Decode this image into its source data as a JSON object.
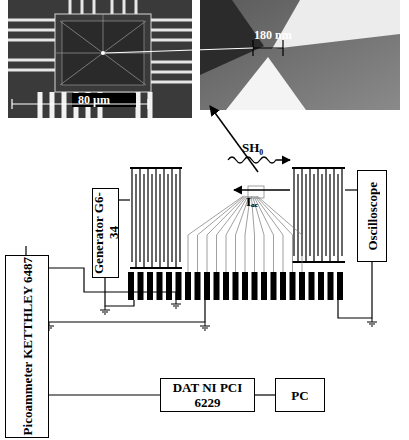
{
  "diagram": {
    "nodes": [
      {
        "text": [
          "Generator G6-34"
        ]
      },
      {
        "text": [
          "Oscilloscope"
        ]
      },
      {
        "text": [
          "Picoammeter KETTHLEY 6487"
        ]
      },
      {
        "text": [
          "DAT NI PCI 6229"
        ]
      },
      {
        "text": [
          "PC"
        ]
      }
    ],
    "edges": [
      {
        "from": 2,
        "to": 3,
        "arrow": "none"
      },
      {
        "from": 3,
        "to": 4,
        "arrow": "none"
      }
    ],
    "labels": [
      "180 nm",
      "80 µm",
      "SH₀",
      "Iₐₑ"
    ]
  }
}
